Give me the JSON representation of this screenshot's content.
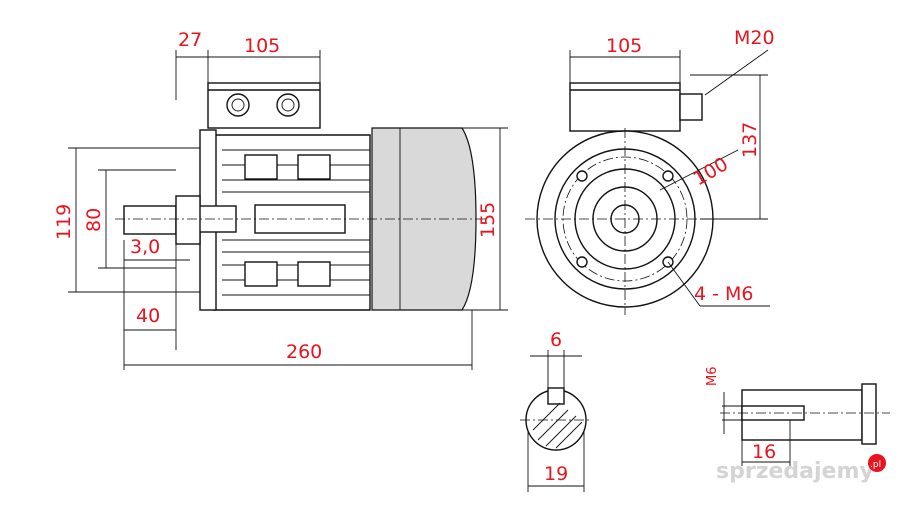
{
  "dimensions": {
    "front": {
      "d27": "27",
      "d105_top": "105",
      "d119": "119",
      "d80": "80",
      "d3_0": "3,0",
      "d40": "40",
      "d155": "155",
      "d260": "260"
    },
    "side": {
      "d105": "105",
      "m20": "M20",
      "d137": "137",
      "d100": "100",
      "m6_holes": "4 - M6"
    },
    "shaft_section": {
      "key_width": "6",
      "diameter": "19"
    },
    "shaft_end": {
      "thread": "M6",
      "depth": "16"
    }
  },
  "watermark": {
    "brand": "sprzedajemy",
    "tld": ".pl"
  },
  "colors": {
    "dimension_text": "#e8141e",
    "line": "#111111",
    "watermark": "#d4d4d4"
  }
}
